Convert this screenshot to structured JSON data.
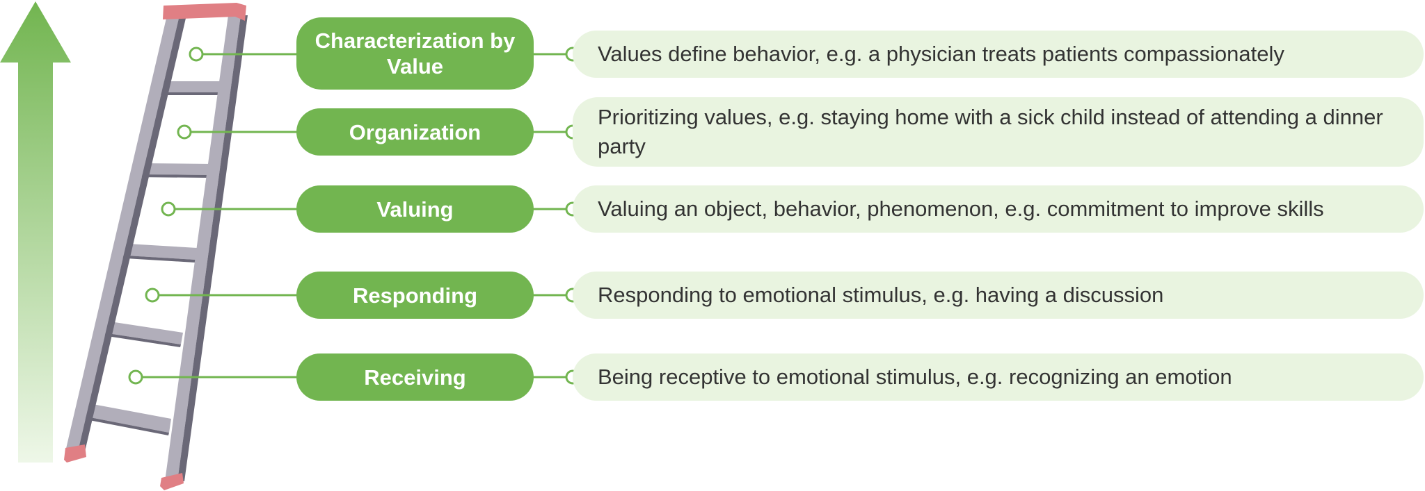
{
  "colors": {
    "pill": "#72b550",
    "connector": "#72b550",
    "description_bg": "#e9f4e0",
    "arrow_top": "#72b550",
    "arrow_bottom": "#eef7e8",
    "ladder_rail_front": "#b1aeba",
    "ladder_rail_back": "#6a6877",
    "ladder_cap": "#e07f84"
  },
  "levels": [
    {
      "id": "characterization",
      "label": "Characterization by Value",
      "description": "Values define behavior, e.g. a physician treats patients compassionately"
    },
    {
      "id": "organization",
      "label": "Organization",
      "description": "Prioritizing values, e.g. staying home with a sick child instead of attending a dinner party"
    },
    {
      "id": "valuing",
      "label": "Valuing",
      "description": "Valuing an object, behavior, phenomenon, e.g. commitment to improve skills"
    },
    {
      "id": "responding",
      "label": "Responding",
      "description": "Responding to emotional stimulus, e.g. having a discussion"
    },
    {
      "id": "receiving",
      "label": "Receiving",
      "description": "Being receptive to emotional stimulus, e.g. recognizing an emotion"
    }
  ]
}
